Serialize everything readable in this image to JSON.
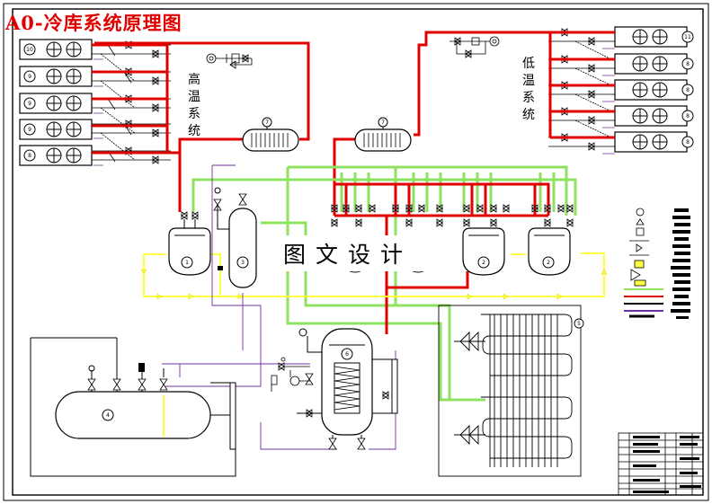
{
  "title": "A0-冷库系统原理图",
  "high_temp_label": "高温系统",
  "low_temp_label": "低温系统",
  "overlay_text": "图文设计",
  "component_numbers": {
    "left_units": [
      "10",
      "9",
      "9",
      "9",
      "8"
    ],
    "right_units": [
      "11",
      "8",
      "8",
      "8",
      "8"
    ],
    "condenser_left": "7",
    "condenser_right": "7",
    "compressor_left": "1",
    "separator": "3",
    "compressor_right_a": "2",
    "compressor_right_b": "2",
    "tank": "6",
    "receiver": "4",
    "air_condenser": "5"
  },
  "colors": {
    "hot_gas": "#e00000",
    "liquid": "#90e060",
    "suction": "#ffff40",
    "oil": "#7030a0",
    "line": "#000000"
  }
}
